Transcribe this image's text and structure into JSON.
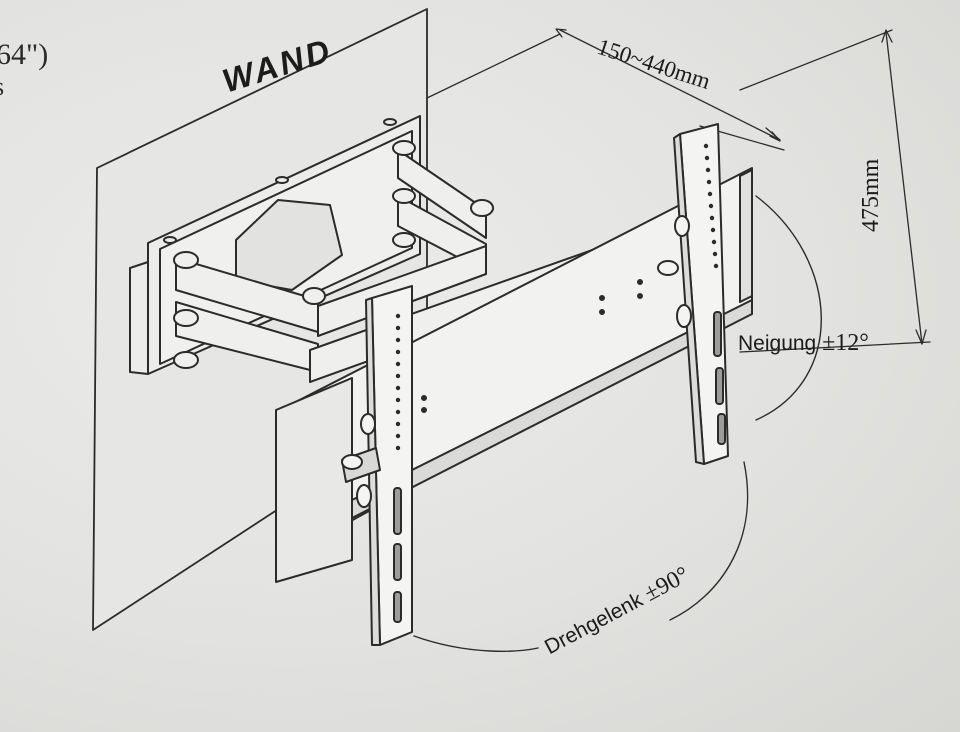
{
  "diagram": {
    "wall_label": "WAND",
    "width_dimension": "150~440mm",
    "height_dimension": "475mm",
    "tilt_label": "Neigung",
    "tilt_value": "±12°",
    "swivel_label": "Drehgelenk",
    "swivel_value": "±90°"
  },
  "cropped_text": {
    "line1": "64\")",
    "line2": "s"
  }
}
